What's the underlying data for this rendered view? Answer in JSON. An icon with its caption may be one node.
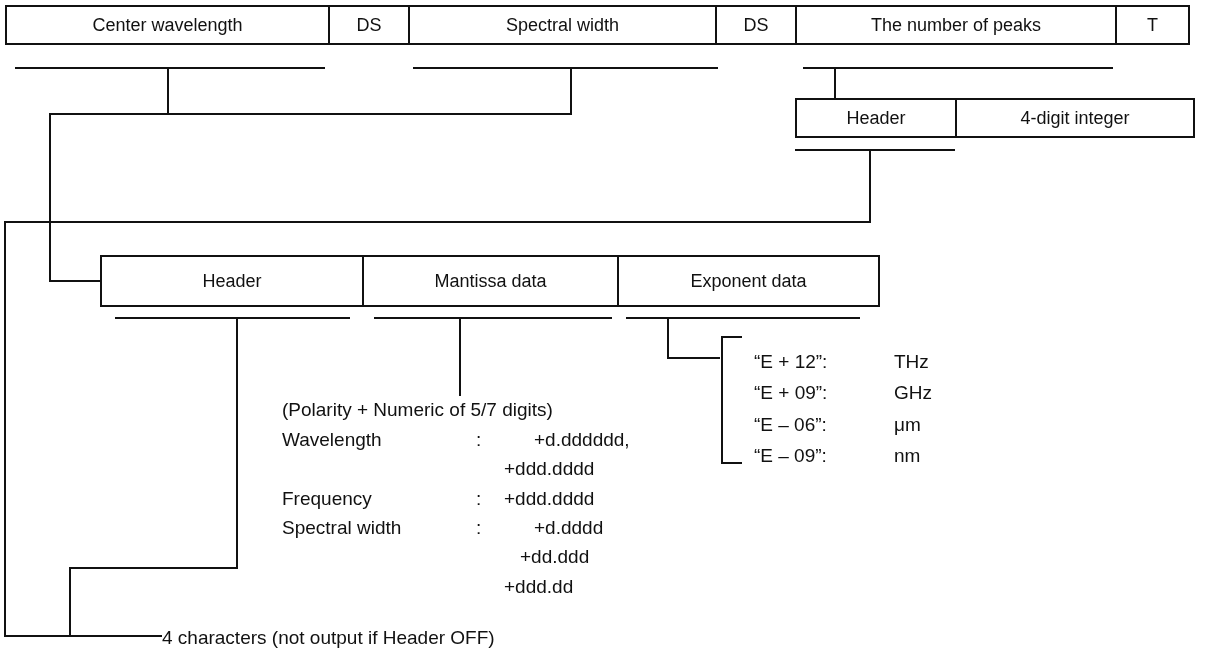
{
  "diagram": {
    "nodes": [
      {
        "text": [
          "Center wavelength"
        ]
      },
      {
        "text": [
          "DS"
        ]
      },
      {
        "text": [
          "Spectral width"
        ]
      },
      {
        "text": [
          "DS"
        ]
      },
      {
        "text": [
          "The number of peaks"
        ]
      },
      {
        "text": [
          "T"
        ]
      },
      {
        "text": [
          "Header"
        ]
      },
      {
        "text": [
          "4-digit integer"
        ]
      },
      {
        "text": [
          "Header"
        ]
      },
      {
        "text": [
          "Mantissa data"
        ]
      },
      {
        "text": [
          "Exponent data"
        ]
      },
      {
        "text": [
          "(Polarity + Numeric of 5/7 digits)",
          "Wavelength",
          ":",
          "+d.dddddd,",
          "+ddd.dddd",
          "Frequency",
          ":",
          "+ddd.dddd",
          "Spectral width",
          ":",
          "+d.dddd",
          "+dd.ddd",
          "+ddd.dd"
        ]
      },
      {
        "text": [
          "“E + 12”:",
          "THz",
          "“E + 09”:",
          "GHz",
          "“E – 06”:",
          "μm",
          "“E – 09”:",
          "nm"
        ]
      },
      {
        "text": [
          "4 characters (not output if Header OFF)"
        ]
      }
    ],
    "edges": [
      {
        "from": 0,
        "to": 8,
        "arrow": "none"
      },
      {
        "from": 2,
        "to": 8,
        "arrow": "none"
      },
      {
        "from": 4,
        "to": 6,
        "arrow": "none"
      },
      {
        "from": 6,
        "to": 13,
        "arrow": "none"
      },
      {
        "from": 8,
        "to": 13,
        "arrow": "none"
      },
      {
        "from": 9,
        "to": 11,
        "arrow": "none"
      },
      {
        "from": 10,
        "to": 12,
        "arrow": "none"
      }
    ]
  }
}
